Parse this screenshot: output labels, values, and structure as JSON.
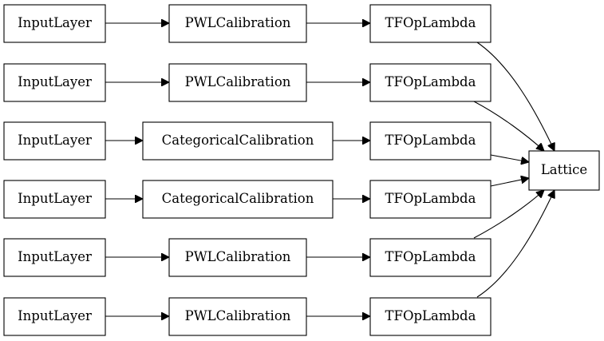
{
  "diagram": {
    "rows": [
      {
        "input": "InputLayer",
        "calibration": "PWLCalibration",
        "op": "TFOpLambda"
      },
      {
        "input": "InputLayer",
        "calibration": "PWLCalibration",
        "op": "TFOpLambda"
      },
      {
        "input": "InputLayer",
        "calibration": "CategoricalCalibration",
        "op": "TFOpLambda"
      },
      {
        "input": "InputLayer",
        "calibration": "CategoricalCalibration",
        "op": "TFOpLambda"
      },
      {
        "input": "InputLayer",
        "calibration": "PWLCalibration",
        "op": "TFOpLambda"
      },
      {
        "input": "InputLayer",
        "calibration": "PWLCalibration",
        "op": "TFOpLambda"
      }
    ],
    "output": "Lattice"
  }
}
